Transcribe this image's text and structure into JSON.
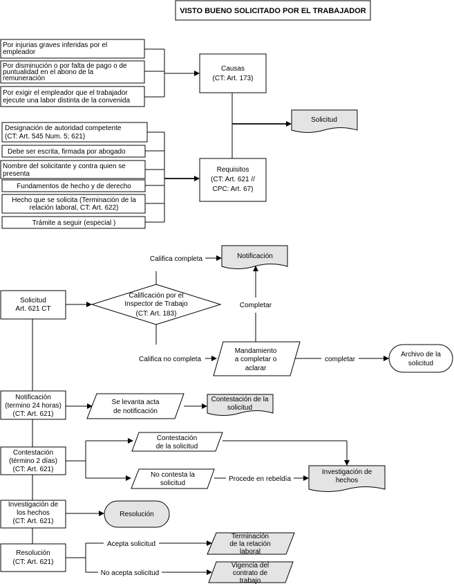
{
  "title": "VISTO BUENO SOLICITADO POR EL TRABAJADOR",
  "causas": {
    "box": [
      "Causas",
      "(CT: Art. 173)"
    ],
    "items": [
      [
        "Por injurias graves inferidas por el",
        "empleador"
      ],
      [
        "Por disminución o por falta de pago o de",
        "puntualidad en el abono de la",
        "remuneración"
      ],
      [
        "Por exigir el empleador que el trabajador",
        "ejecute una labor distinta de la convenida"
      ]
    ]
  },
  "solicitud_doc": "Solicitud",
  "requisitos": {
    "box": [
      "Requisitos",
      "(CT: Art. 621 //",
      "CPC: Art. 67)"
    ],
    "items": [
      [
        "Designación de autoridad  competente",
        "(CT: Art. 545 Num. 5; 621)"
      ],
      [
        "Debe ser escrita, firmada por abogado"
      ],
      [
        "Nombre del solicitante y contra quien se",
        "presenta"
      ],
      [
        "Fundamentos de hecho y de derecho"
      ],
      [
        "Hecho que se solicita (Terminación de la",
        "relación laboral, CT: Art. 622)"
      ],
      [
        "Trámite a seguir (especial )"
      ]
    ]
  },
  "flow": {
    "solicitud": [
      "Solicitud",
      "Art. 621 CT"
    ],
    "calificacion": [
      "Calificación por el",
      "Inspector de Trabajo",
      "(CT: Art. 183)"
    ],
    "califica_completa": "Califica completa",
    "notificacion_doc": "Notificación",
    "completar_up": "Completar",
    "califica_no_completa": "Califica no completa",
    "mandamiento": [
      "Mandamiento",
      "a completar o",
      "aclarar"
    ],
    "completar_right": "completar",
    "archivo": [
      "Archivo de la",
      "solicitud"
    ],
    "notificacion_step": [
      "Notificación",
      "(termino 24 horas)",
      "(CT: Art. 621)"
    ],
    "levanta_acta": [
      "Se levanta acta",
      "de notificación"
    ],
    "contestacion_doc": [
      "Contestación de la",
      "solicitud"
    ],
    "contestacion_step": [
      "Contestación",
      "(término 2 días)",
      "(CT: Art. 621)"
    ],
    "contestacion_para": [
      "Contestación",
      "de la solicitud"
    ],
    "no_contesta": [
      "No contesta la",
      "solicitud"
    ],
    "procede_rebeldia": "Procede en rebeldía",
    "investigacion_doc": [
      "Investigación de",
      "hechos"
    ],
    "investigacion_step": [
      "Investigación  de",
      "los hechos",
      "(CT: Art. 621)"
    ],
    "resolucion_term": "Resolución",
    "resolucion_step": [
      "Resolución",
      "(CT: Art. 621)"
    ],
    "acepta": "Acepta solicitud",
    "no_acepta": "No acepta solicitud",
    "terminacion": [
      "Terminación",
      "de la relación",
      "laboral"
    ],
    "vigencia": [
      "Vigencia del",
      "contrato de",
      "trabajo"
    ]
  }
}
